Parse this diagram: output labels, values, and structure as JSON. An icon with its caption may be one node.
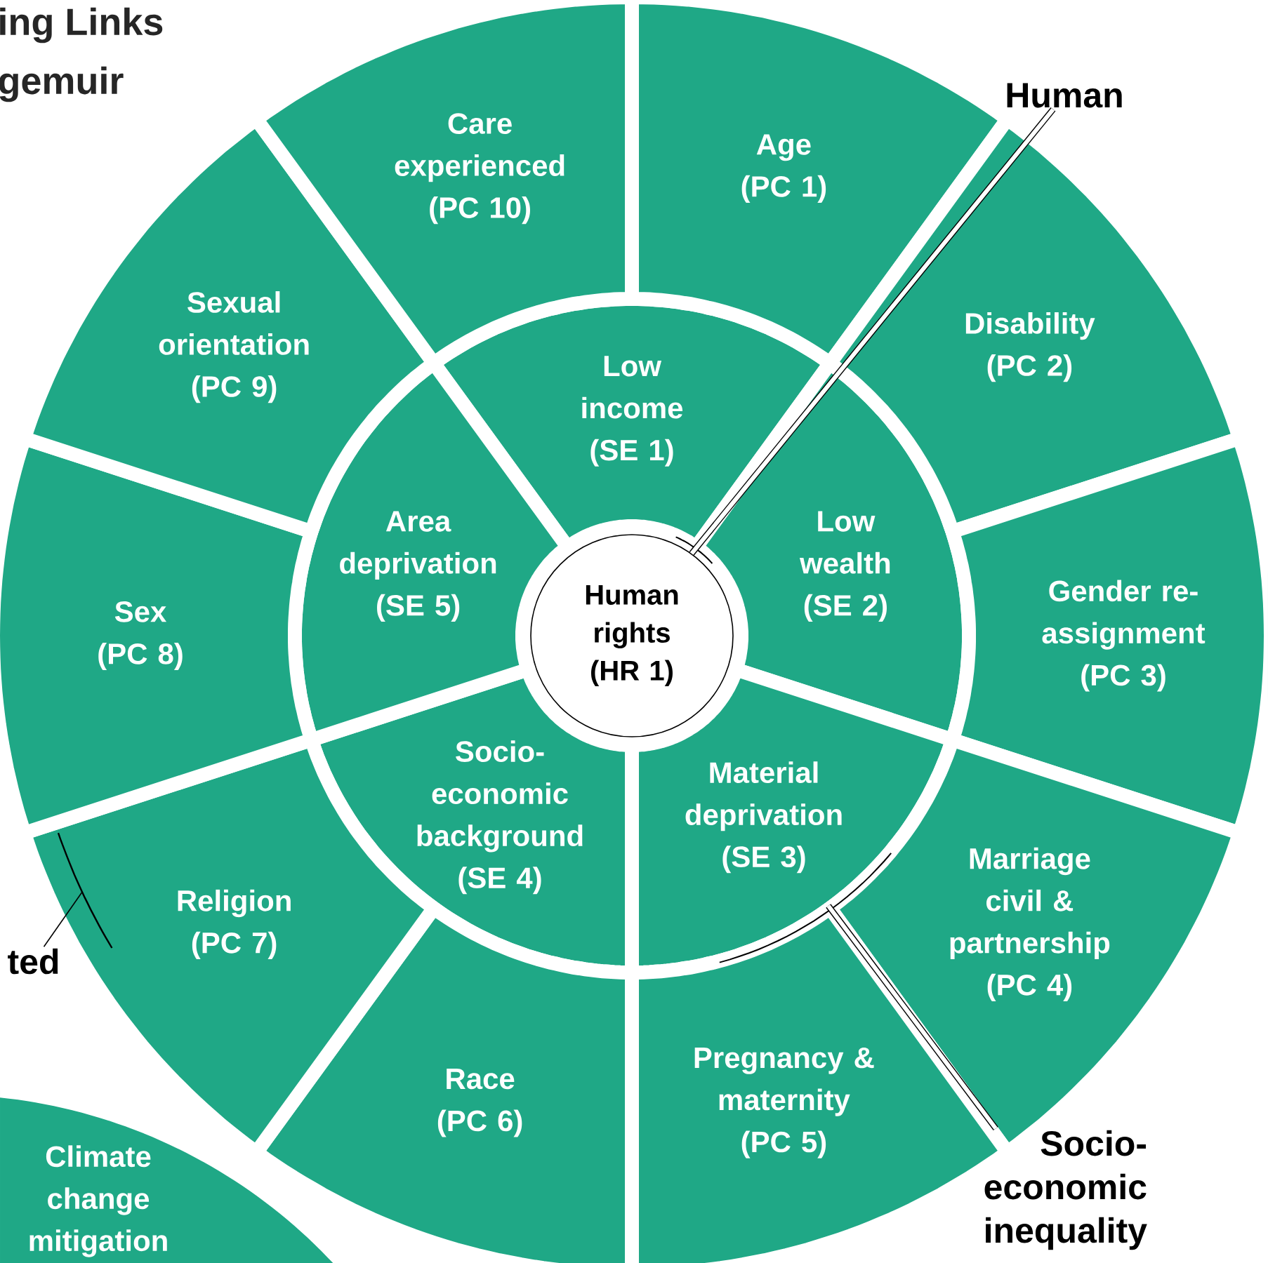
{
  "diagram": {
    "nodes": [
      {
        "text": [
          "Human rights (HR 1)"
        ]
      },
      {
        "text": [
          "Low income (SE 1)"
        ]
      },
      {
        "text": [
          "Low wealth (SE 2)"
        ]
      },
      {
        "text": [
          "Material deprivation (SE 3)"
        ]
      },
      {
        "text": [
          "Socio-economic background (SE 4)"
        ]
      },
      {
        "text": [
          "Area deprivation (SE 5)"
        ]
      },
      {
        "text": [
          "Age (PC 1)"
        ]
      },
      {
        "text": [
          "Disability (PC 2)"
        ]
      },
      {
        "text": [
          "Gender re-assignment (PC 3)"
        ]
      },
      {
        "text": [
          "Marriage civil & partnership (PC 4)"
        ]
      },
      {
        "text": [
          "Pregnancy & maternity (PC 5)"
        ]
      },
      {
        "text": [
          "Race (PC 6)"
        ]
      },
      {
        "text": [
          "Religion (PC 7)"
        ]
      },
      {
        "text": [
          "Sex (PC 8)"
        ]
      },
      {
        "text": [
          "Sexual orientation (PC 9)"
        ]
      },
      {
        "text": [
          "Care experienced (PC 10)"
        ]
      },
      {
        "text": [
          "Climate change mitigation"
        ]
      },
      {
        "text": [
          "Human"
        ]
      },
      {
        "text": [
          "Socio-economic inequality"
        ]
      },
      {
        "text": [
          "ted"
        ]
      }
    ],
    "edges": [
      {
        "from": 17,
        "to": 0,
        "arrow": "none"
      },
      {
        "from": 18,
        "to": 3,
        "arrow": "none"
      },
      {
        "from": 19,
        "to": 12,
        "arrow": "none"
      }
    ],
    "labels": [
      "ing Links",
      "gemuir"
    ]
  }
}
